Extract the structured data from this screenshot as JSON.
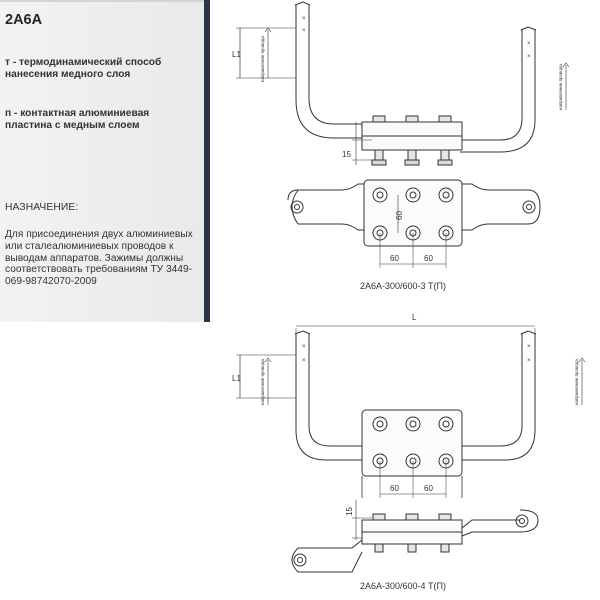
{
  "sidebar": {
    "title": "2А6А",
    "note_t": "т - термодинамический способ нанесения медного слоя",
    "note_p": "п - контактная алюминиевая пластина с медным слоем",
    "purpose_heading": "НАЗНАЧЕНИЕ:",
    "purpose_text": "Для присоединения двух алюминиевых или сталеалюминиевых проводов к выводам аппаратов. Зажимы должны соответствовать требованиям ТУ 3449-069-98742070-2009"
  },
  "drawing_top": {
    "dim_l1": "L1",
    "dim_15": "15",
    "dim_60_vertical": "60",
    "dim_60_left": "60",
    "dim_60_right": "60",
    "wire_label_left": "направление провода",
    "wire_label_right": "направление провода",
    "caption": "2А6А-300/600-3 Т(П)"
  },
  "drawing_bottom": {
    "dim_L": "L",
    "dim_l1": "L1",
    "dim_60_left": "60",
    "dim_60_right": "60",
    "dim_15": "15",
    "wire_label_left": "направление провода",
    "wire_label_right": "направление провода",
    "caption": "2А6А-300/600-4 Т(П)"
  },
  "colors": {
    "sidebar_bg": "#ececec",
    "sidebar_border": "#2b3346",
    "line": "#333333"
  }
}
